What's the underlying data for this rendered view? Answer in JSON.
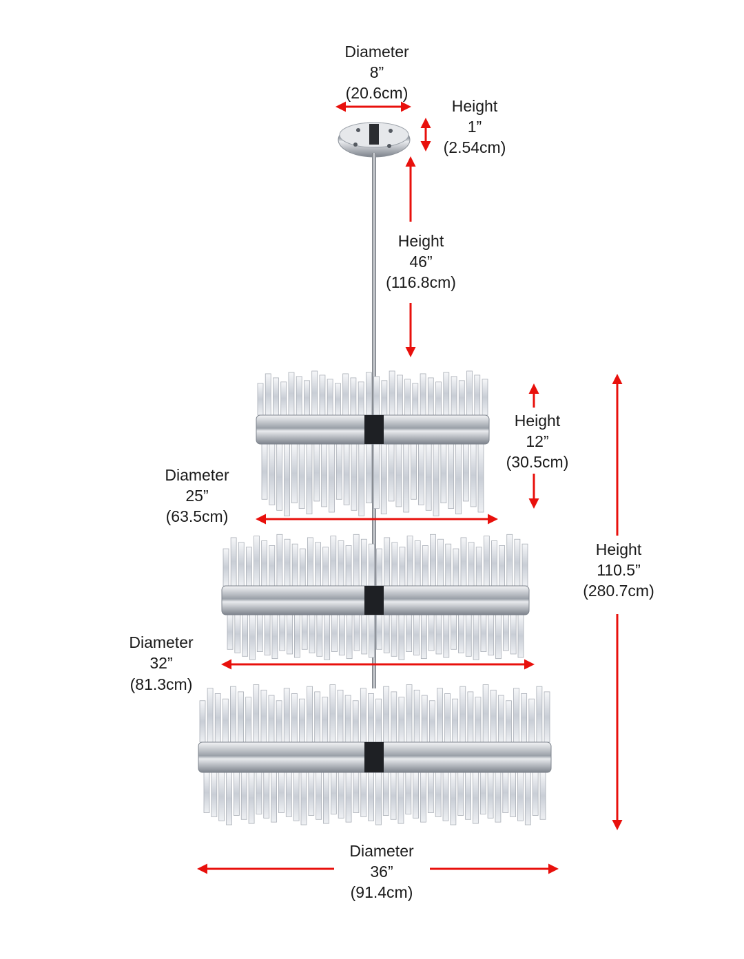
{
  "dimensions": {
    "canopy_diameter": {
      "title": "Diameter",
      "imperial": "8”",
      "metric": "(20.6cm)"
    },
    "canopy_height": {
      "title": "Height",
      "imperial": "1”",
      "metric": "(2.54cm)"
    },
    "rod_height": {
      "title": "Height",
      "imperial": "46”",
      "metric": "(116.8cm)"
    },
    "top_tier_height": {
      "title": "Height",
      "imperial": "12”",
      "metric": "(30.5cm)"
    },
    "total_height": {
      "title": "Height",
      "imperial": "110.5”",
      "metric": "(280.7cm)"
    },
    "top_tier_diameter": {
      "title": "Diameter",
      "imperial": "25”",
      "metric": "(63.5cm)"
    },
    "middle_tier_diameter": {
      "title": "Diameter",
      "imperial": "32”",
      "metric": "(81.3cm)"
    },
    "bottom_tier_diameter": {
      "title": "Diameter",
      "imperial": "36”",
      "metric": "(91.4cm)"
    }
  },
  "colors": {
    "arrow": "#e8100c",
    "text": "#1a1a1a",
    "chrome": "#b9bcc2",
    "crystal": "#dfe3e8"
  }
}
